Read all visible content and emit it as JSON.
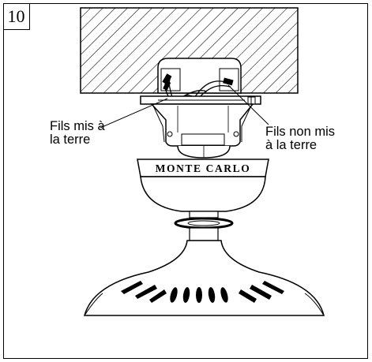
{
  "figure": {
    "step_number": "10",
    "label_grounded": [
      "Fils mis à",
      "la terre"
    ],
    "label_ungrounded": [
      "Fils non mis",
      "à la terre"
    ],
    "brand": "MONTE CARLO"
  }
}
